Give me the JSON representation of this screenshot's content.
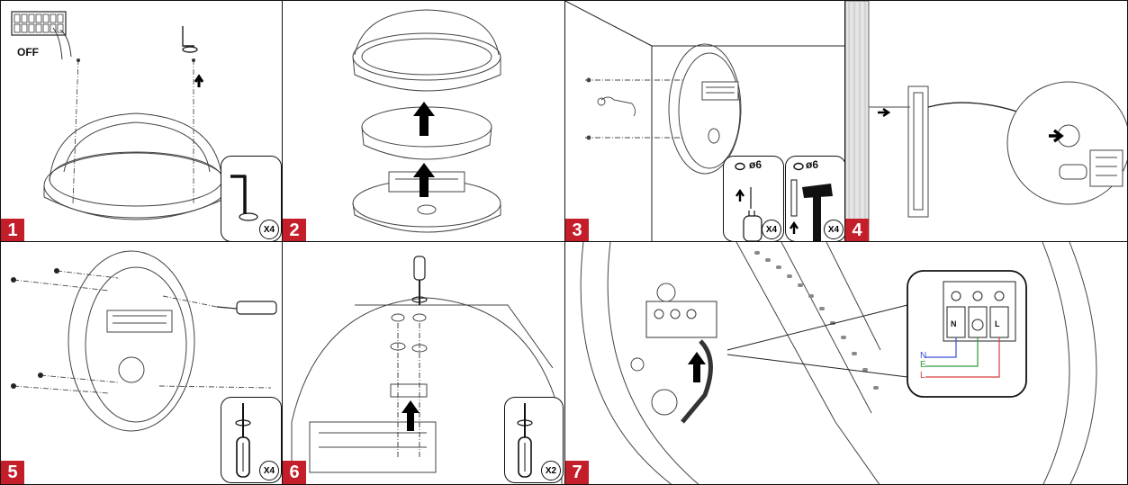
{
  "colors": {
    "badge": "#c41e2a",
    "neutral": "#3a4fd6",
    "earth": "#2e9a3a",
    "live": "#d83a3a"
  },
  "steps": [
    {
      "number": "1",
      "label": "OFF",
      "count": "X4"
    },
    {
      "number": "2"
    },
    {
      "number": "3",
      "drill": "ø6",
      "plug": "ø6",
      "count_drill": "X4",
      "count_plug": "X4"
    },
    {
      "number": "4"
    },
    {
      "number": "5",
      "count": "X4"
    },
    {
      "number": "6",
      "count": "X2"
    },
    {
      "number": "7",
      "terminals": [
        "N",
        "L"
      ],
      "wires": [
        "N",
        "E",
        "L"
      ]
    }
  ]
}
